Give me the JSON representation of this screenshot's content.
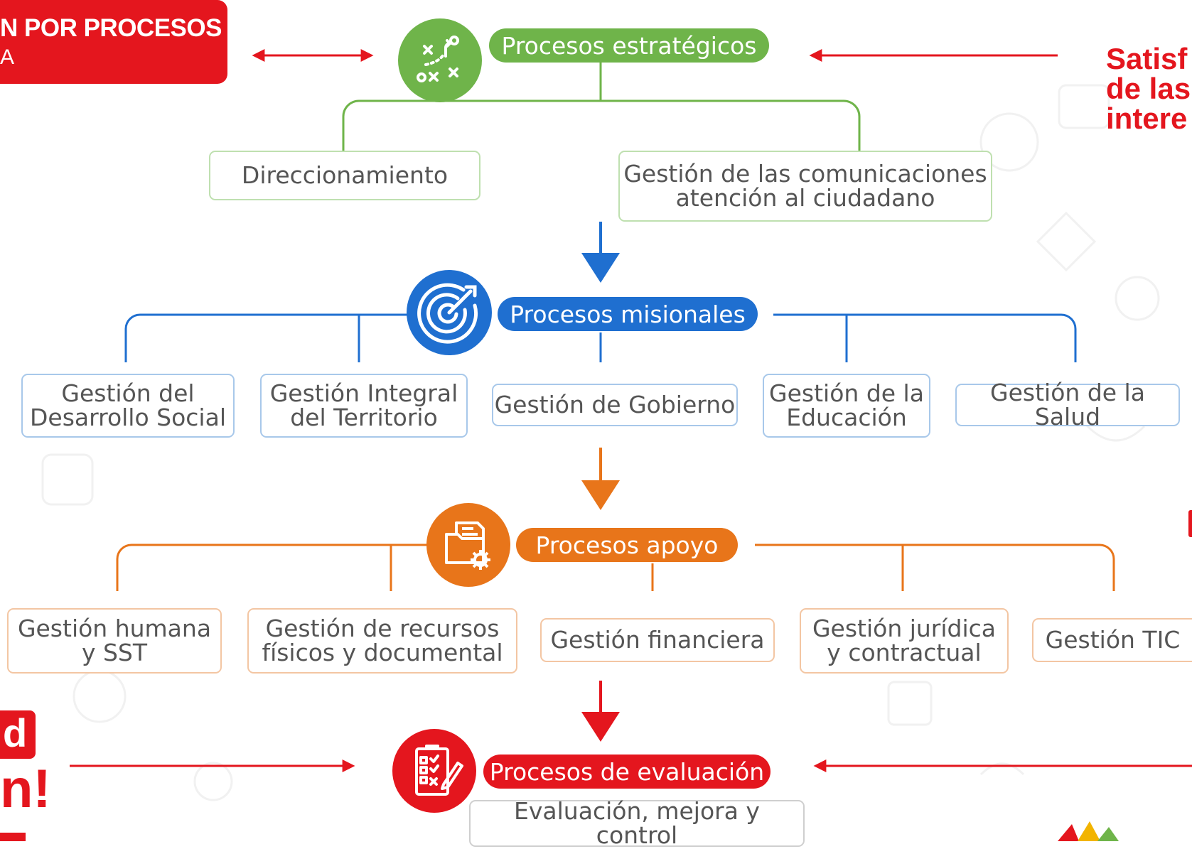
{
  "header": {
    "title": "N POR PROCESOS",
    "subtitle": "A"
  },
  "side_text": {
    "right_top": "Satisf\nde las\nintere",
    "left_bottom_1": "d",
    "left_bottom_2": "n!"
  },
  "categories": {
    "estrategicos": {
      "label": "Procesos estratégicos",
      "color": "#6fb44a",
      "icon": "strategy-play-icon",
      "processes": [
        "Direccionamiento",
        "Gestión de las comunicaciones\natención al ciudadano"
      ]
    },
    "misionales": {
      "label": "Procesos misionales",
      "color": "#1f6fd0",
      "icon": "target-icon",
      "processes": [
        "Gestión del\nDesarrollo Social",
        "Gestión Integral\ndel Territorio",
        "Gestión de Gobierno",
        "Gestión de la\nEducación",
        "Gestión de la Salud"
      ]
    },
    "apoyo": {
      "label": "Procesos apoyo",
      "color": "#e8751a",
      "icon": "folder-gear-icon",
      "processes": [
        "Gestión humana\ny SST",
        "Gestión de recursos\nfísicos y documental",
        "Gestión financiera",
        "Gestión jurídica\ny contractual",
        "Gestión TIC"
      ]
    },
    "evaluacion": {
      "label": "Procesos de evaluación",
      "color": "#e4161e",
      "icon": "checklist-icon",
      "processes": [
        "Evaluación, mejora y control"
      ]
    }
  }
}
